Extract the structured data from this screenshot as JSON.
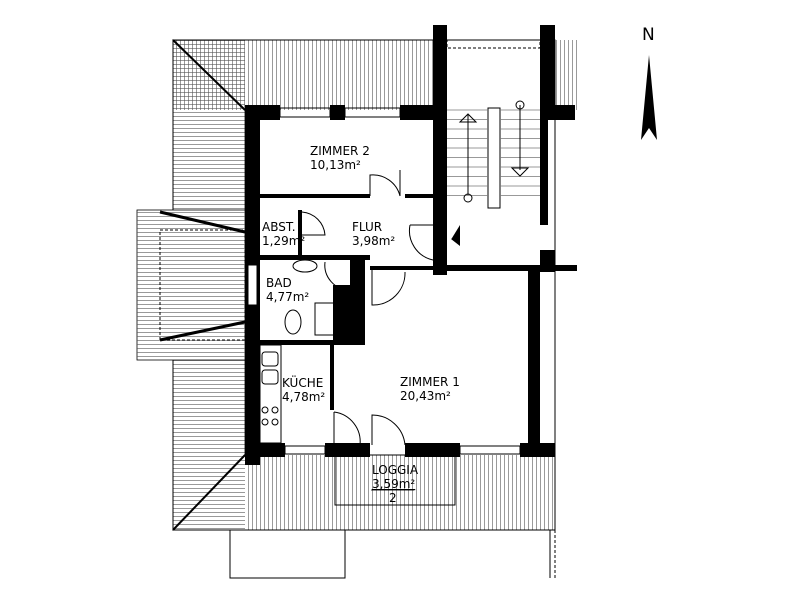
{
  "plan": {
    "north_label": "N",
    "rooms": [
      {
        "name": "ZIMMER 2",
        "area": "10,13m²"
      },
      {
        "name": "ABST.",
        "area": "1,29m²"
      },
      {
        "name": "FLUR",
        "area": "3,98m²"
      },
      {
        "name": "BAD",
        "area": "4,77m²"
      },
      {
        "name": "KÜCHE",
        "area": "4,78m²"
      },
      {
        "name": "ZIMMER 1",
        "area": "20,43m²"
      },
      {
        "name": "LOGGIA",
        "area": "3,59m²",
        "note": "2"
      }
    ],
    "colors": {
      "line": "#000000",
      "background": "#ffffff"
    }
  }
}
